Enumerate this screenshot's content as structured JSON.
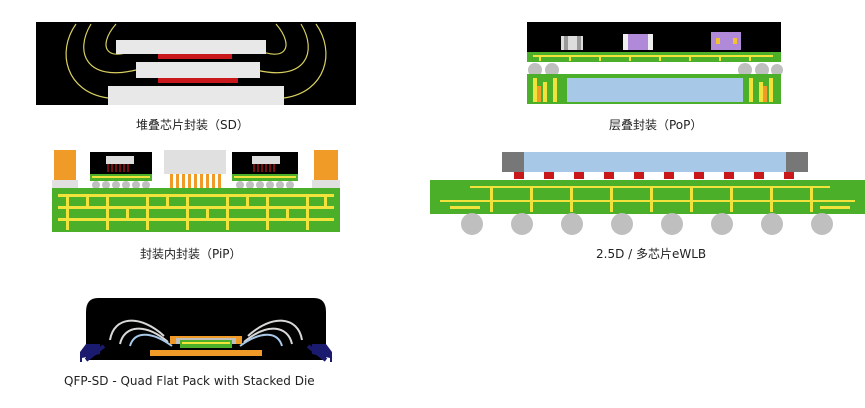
{
  "captions": {
    "sd": "堆叠芯片封装（SD）",
    "pop": "层叠封装（PoP）",
    "pip": "封装内封装（PiP）",
    "ewlb": "2.5D / 多芯片eWLB",
    "qfp": "QFP-SD - Quad Flat Pack with Stacked Die"
  },
  "colors": {
    "substrate_green": "#4caf2a",
    "trace_yellow": "#f2e23c",
    "die_red": "#c8181c",
    "ball_grey": "#bfbfbf",
    "orange_pad": "#f09a28",
    "purple_component": "#b08ad8",
    "silicon_blue": "#a8c8e8",
    "mold_black": "#000000",
    "lead_blue": "#1a1a6e"
  }
}
